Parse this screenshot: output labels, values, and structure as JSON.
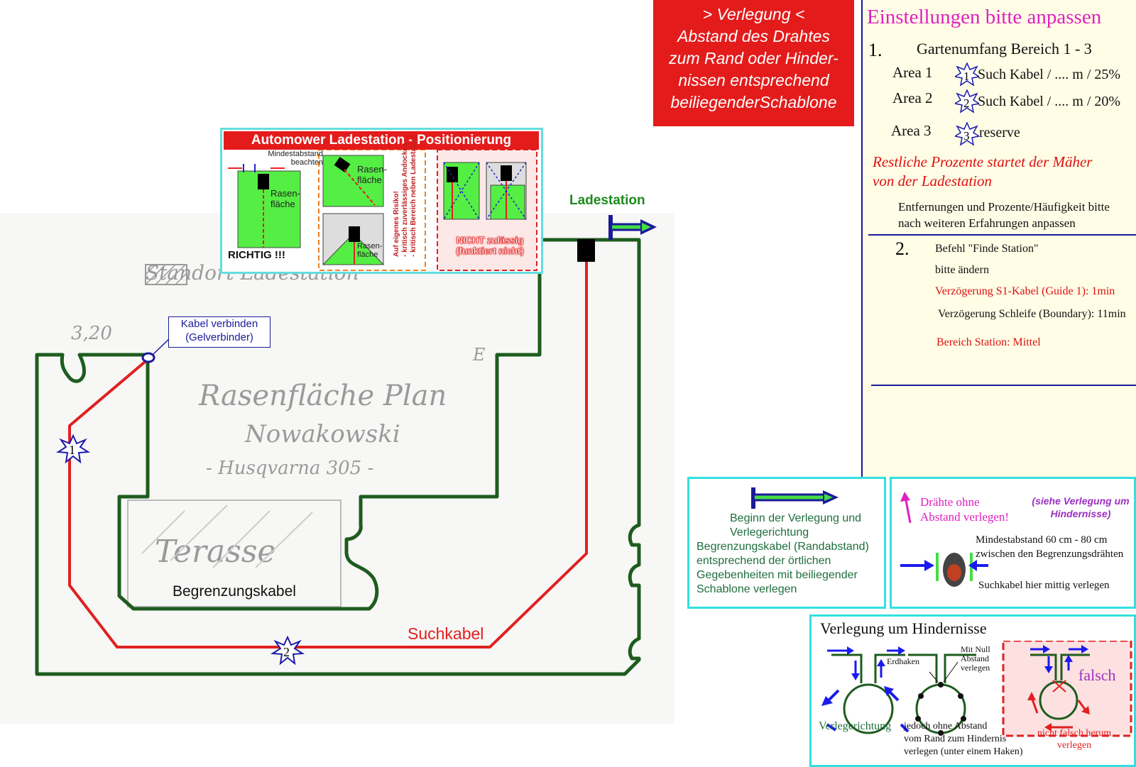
{
  "banner": {
    "line1": "> Verlegung <",
    "line2": "Abstand des Drahtes",
    "line3": "zum Rand oder Hinder-",
    "line4": "nissen entsprechend",
    "line5": "beiliegenderSchablone"
  },
  "settings": {
    "title": "Einstellungen bitte anpassen",
    "step1_num": "1.",
    "step1_title": "Gartenumfang Bereich 1 - 3",
    "areas": [
      {
        "label": "Area 1",
        "star": "1",
        "text": "Such Kabel / .... m / 25%"
      },
      {
        "label": "Area 2",
        "star": "2",
        "text": "Such Kabel / .... m / 20%"
      },
      {
        "label": "Area 3",
        "star": "3",
        "text": "reserve"
      }
    ],
    "rest_line1": "Restliche Prozente  startet der Mäher",
    "rest_line2": "von der Ladestation",
    "note_line1": "Entfernungen und Prozente/Häufigkeit bitte",
    "note_line2": "nach weiteren Erfahrungen anpassen",
    "step2_num": "2.",
    "step2_title": "Befehl \"Finde Station\"",
    "step2_sub": "bitte ändern",
    "delay_s1": "Verzögerung S1-Kabel (Guide 1): 1min",
    "delay_loop": "Verzögerung Schleife (Boundary): 11min",
    "station_area": "Bereich Station: Mittel"
  },
  "charge_info": {
    "title": "Automower Ladestation - Positionierung",
    "min_dist": "Mindestabstand beachten",
    "lawn": "Rasen- fläche",
    "correct": "RICHTIG !!!",
    "risk_line1": "Auf eigenes Risiko!",
    "risk_line2": "- kritisch zuverlässiges Andocken",
    "risk_line3": "- kritisch Bereich neben Ladestation",
    "not_allowed_line1": "NICHT zulässig",
    "not_allowed_line2": "(funktiert nicht)"
  },
  "plan": {
    "ladestation": "Ladestation",
    "kabel_verbinden_line1": "Kabel verbinden",
    "kabel_verbinden_line2": "(Gelverbinder)",
    "begrenzungskabel": "Begrenzungskabel",
    "suchkabel": "Suchkabel",
    "star1": "1",
    "star2": "2",
    "hand_plan1": "Rasenfläche Plan",
    "hand_plan2": "Nowakowski",
    "hand_plan3": "- Husqvarna 305 -",
    "hand_terasse": "Terasse",
    "hand_standort": "Standort Ladestation",
    "hand_320": "3,20",
    "hand_e": "E"
  },
  "legend_start": {
    "text_line1": "Beginn der Verlegung und",
    "text_line2": "Verlegerichtung",
    "text_line3": "Begrenzungskabel (Randabstand)",
    "text_line4": "entsprechend der örtlichen",
    "text_line5": "Gegebenheiten mit beiliegender",
    "text_line6": "Schablone verlegen"
  },
  "legend_wires": {
    "line1": "Drähte ohne",
    "line2": "Abstand verlegen!",
    "see_line1": "(siehe Verlegung um",
    "see_line2": "Hindernisse)",
    "min_line1": "Mindestabstand 60 cm - 80 cm",
    "min_line2": "zwischen den Begrenzungsdrähten",
    "center": "Suchkabel hier mittig verlegen"
  },
  "legend_obstacles": {
    "title": "Verlegung um Hindernisse",
    "direction": "Verlegerichtung",
    "mit_null_line1": "Mit Null",
    "mit_null_line2": "Abstand",
    "mit_null_line3": "verlegen",
    "erdhaken": "Erdhaken",
    "jedoch_line1": "jedoch ohne Abstand",
    "jedoch_line2": "vom Rand zum Hindernis",
    "jedoch_line3": "verlegen (unter einem Haken)",
    "falsch": "falsch",
    "nicht_line1": "nicht falsch herum",
    "nicht_line2": "verlegen"
  },
  "colors": {
    "red": "#e41b1b",
    "boundary": "#1e5c1e",
    "guide": "#e02020",
    "cyan": "#33e0e0",
    "magenta": "#e020c0",
    "blue": "#1a1a9a"
  }
}
